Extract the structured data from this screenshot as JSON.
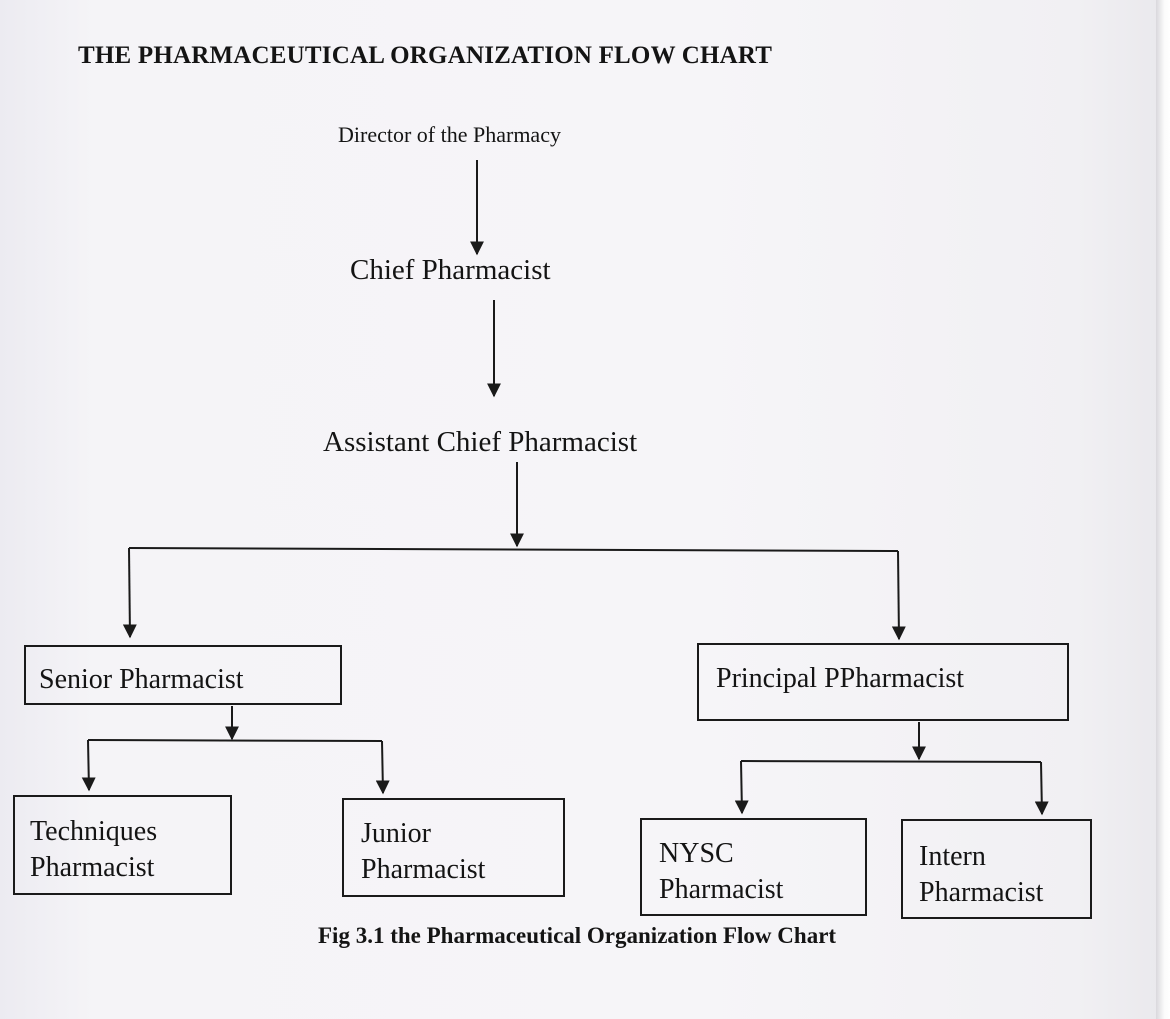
{
  "document": {
    "title": "THE PHARMACEUTICAL ORGANIZATION FLOW CHART",
    "caption": "Fig 3.1 the Pharmaceutical Organization Flow Chart"
  },
  "chart": {
    "director": "Director of the Pharmacy",
    "chief": "Chief Pharmacist",
    "assistant": "Assistant Chief Pharmacist",
    "senior": "Senior Pharmacist",
    "principal": "Principal PPharmacist",
    "techniques": [
      "Techniques",
      "Pharmacist"
    ],
    "junior": [
      "Junior",
      "Pharmacist"
    ],
    "nysc": [
      "NYSC",
      "Pharmacist"
    ],
    "intern": [
      "Intern",
      "Pharmacist"
    ]
  },
  "colors": {
    "paper": "#f3f2f6",
    "ink": "#141414"
  }
}
